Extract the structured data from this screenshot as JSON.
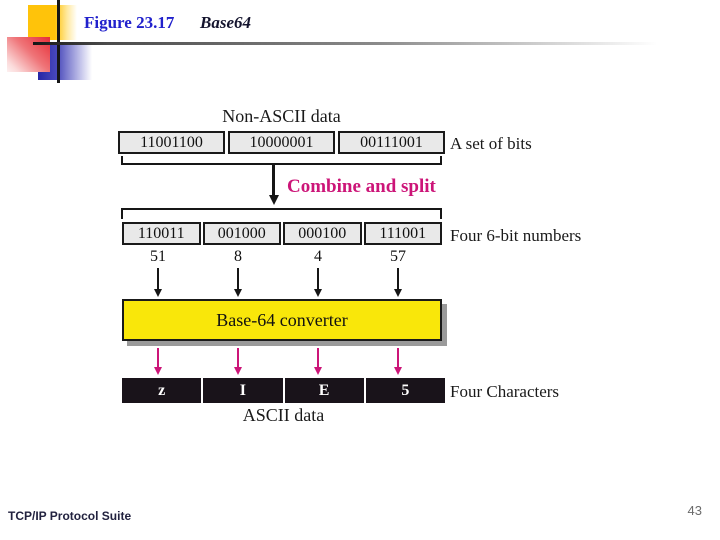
{
  "header": {
    "figure_label": "Figure 23.17",
    "figure_title": "Base64"
  },
  "diagram": {
    "top_label": "Non-ASCII data",
    "bits_row": {
      "cells": [
        "11001100",
        "10000001",
        "00111001"
      ],
      "label": "A set of bits"
    },
    "combine_label": "Combine and split",
    "six_bit_row": {
      "cells": [
        "110011",
        "001000",
        "000100",
        "111001"
      ],
      "label": "Four 6-bit numbers"
    },
    "decimal_values": [
      "51",
      "8",
      "4",
      "57"
    ],
    "converter_label": "Base-64 converter",
    "chars_row": {
      "cells": [
        "z",
        "I",
        "E",
        "5"
      ],
      "label": "Four Characters"
    },
    "bottom_label": "ASCII data"
  },
  "footer": {
    "book_title": "TCP/IP Protocol Suite",
    "page_number": "43"
  },
  "colors": {
    "figure_label_blue": "#2121cc",
    "combine_magenta": "#cc1578",
    "converter_yellow": "#f9e70a",
    "box_fill_gray": "#e9e9e9",
    "char_box_black": "#19131a"
  }
}
